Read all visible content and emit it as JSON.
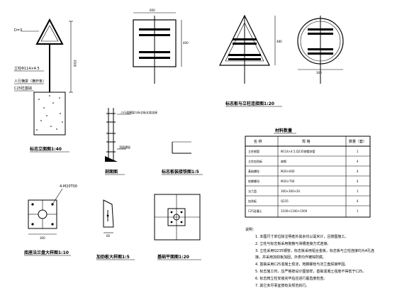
{
  "labels": {
    "callout_top": "D=3",
    "post_dim": "3500",
    "post_spec": "立柱Φ114×4.5",
    "beam_label": "人行横梁（横杆条）",
    "concrete_label": "C25砼基础",
    "cap_side_elevation": "标志立面图1:40",
    "cap_front_views": "标志板与立柱连接图1:20",
    "cap_section": "剖面图",
    "section_note": "人行道横梁与标志板支架连接",
    "section_hatch": "顶面横梁",
    "cap_hook_detail": "标志板装接铁图1:5",
    "cap_base_plate": "底座法兰盘大样图1:10",
    "base_bolt_label": "4-M20T00",
    "cap_stiffener": "加劲板大样图1:5",
    "cap_foundation_plan": "基础平面图1:20",
    "dim_a": "60",
    "dim_b": "400",
    "dim_c": "300",
    "dim_d": "480",
    "dim_e": "600"
  },
  "table": {
    "title": "材料数量",
    "headers": [
      "名 称",
      "规 格",
      "数量（套）"
    ],
    "rows": [
      [
        "立柱钢管",
        "Φ114×4.5,Q235钢镀锌管",
        "1"
      ],
      [
        "立柱加劲板",
        "扁钢",
        "4"
      ],
      [
        "基础螺栓",
        "M20×600",
        "4"
      ],
      [
        "地脚螺母",
        "M20×T00",
        "4"
      ],
      [
        "法兰盘",
        "300×300×20",
        "1"
      ],
      [
        "加劲板",
        "Q235",
        "4"
      ],
      [
        "C25混凝土",
        "1100×1100×1500",
        "1"
      ]
    ]
  },
  "notes": {
    "title": "说明：",
    "lines": [
      "1. 本图尺寸单位除注明者外其余均以毫米计，且按图施工。",
      "2. 立柱与标志板采用抱箍与滑槽连接方式连接。",
      "3. 立柱采用Q235钢管，标志板采用铝合金板，标志板与立柱连接均为4孔连",
      "   接，并采用加劲板加固，外表均作镀锌防腐。",
      "4. 基础采用C25混凝土现浇，地脚螺栓与法兰盘焊接牢固。",
      "5. 标志施工时，应严格按设计图放样，基础混凝土强度不得低于C25。",
      "6. 标志牌立柱安装完毕后应进行垂直度检查。",
      "7. 其它未尽事宜按有关规范执行。"
    ]
  }
}
